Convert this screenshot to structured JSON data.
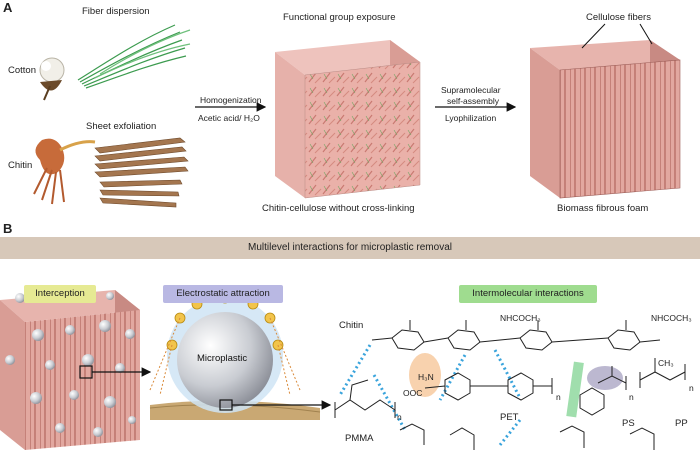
{
  "panel_a": {
    "letter": "A",
    "fiber_dispersion": "Fiber dispersion",
    "cotton": "Cotton",
    "sheet_exfoliation": "Sheet exfoliation",
    "chitin": "Chitin",
    "functional_group_exposure": "Functional group exposure",
    "homogenization": "Homogenization",
    "acetic_acid": "Acetic acid/ H₂O",
    "supramolecular": "Supramolecular",
    "self_assembly": "self-assembly",
    "lyophilization": "Lyophilization",
    "cellulose_fibers": "Cellulose fibers",
    "chitin_cellulose_caption": "Chitin-cellulose without cross-linking",
    "biomass_caption": "Biomass fibrous foam"
  },
  "panel_b": {
    "letter": "B",
    "band_title": "Multilevel interactions for microplastic removal",
    "interception": "Interception",
    "electrostatic": "Electrostatic attraction",
    "intermolecular": "Intermolecular interactions",
    "microplastic": "Microplastic",
    "chem": {
      "chitin": "Chitin",
      "nhcoch3_1": "NHCOCH₃",
      "nhcoch3_2": "NHCOCH₃",
      "h3n": "H₃N",
      "ooc": "OOC",
      "pet": "PET",
      "ps": "PS",
      "pp": "PP",
      "pmma": "PMMA",
      "ch3": "CH₃",
      "n1": "n",
      "n2": "n",
      "n3": "n",
      "n4": "n"
    }
  },
  "colors": {
    "band": "#d7c8b9",
    "interception_pill": "#e6ea93",
    "electrostatic_pill": "#b9b8e3",
    "intermolecular_pill": "#9fdc8f",
    "cube_pink": "#e4a7a0",
    "fiber_green": "#4aa05a",
    "blue_dots": "#3aa4dc",
    "orange_hl": "#f6c79a",
    "green_hl": "#52c36a",
    "gray_hl": "#b0abc8"
  }
}
